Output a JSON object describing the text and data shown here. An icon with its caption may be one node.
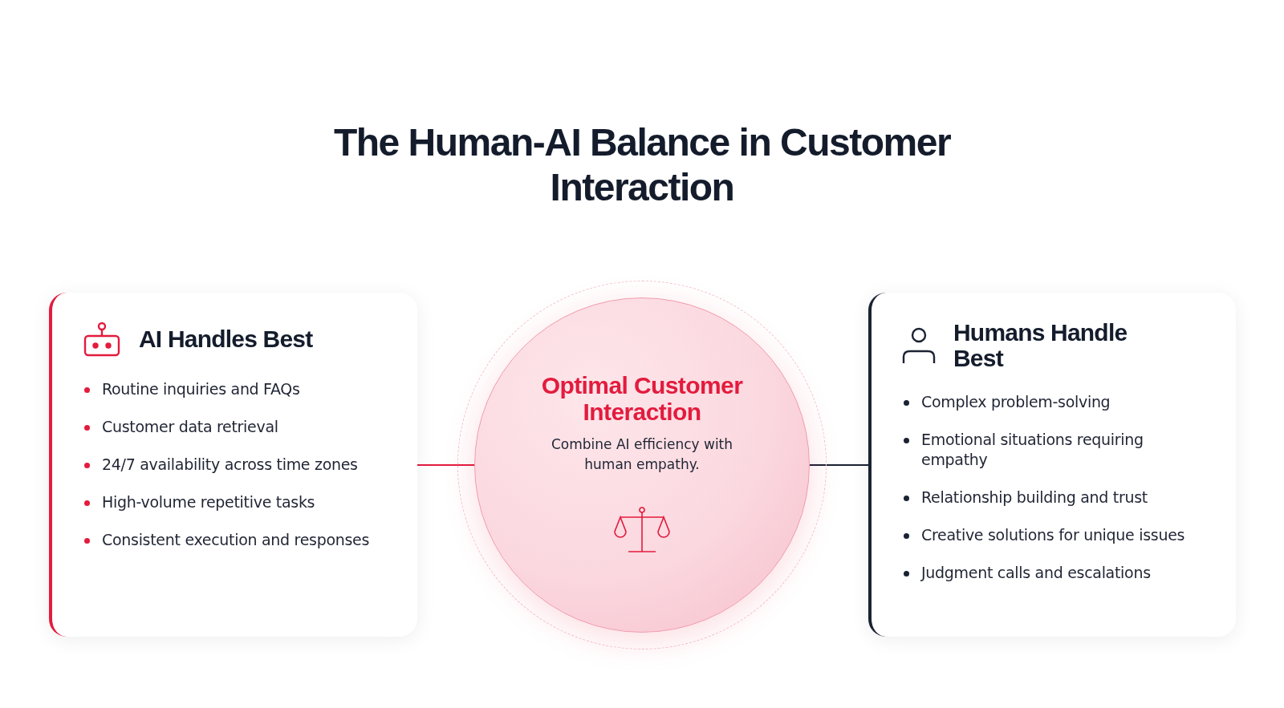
{
  "diagram": {
    "title": "The **Human-AI Balance** in Customer Interaction",
    "nodes": [
      {
        "text": [
          "AI Handles Best",
          "Routine inquiries and FAQs",
          "Customer data retrieval",
          "24/7 availability across time zones",
          "High-volume repetitive tasks",
          "Consistent execution and responses"
        ]
      },
      {
        "text": [
          "Optimal Customer Interaction",
          "Combine AI efficiency with human empathy."
        ]
      },
      {
        "text": [
          "Humans Handle Best",
          "Complex problem-solving",
          "Emotional situations requiring empathy",
          "Relationship building and trust",
          "Creative solutions for unique issues",
          "Judgment calls and escalations"
        ]
      }
    ],
    "edges": [
      {
        "from": 0,
        "to": 1,
        "arrow": "none",
        "color": "#e31b3d"
      },
      {
        "from": 1,
        "to": 2,
        "arrow": "none",
        "color": "#1a2233"
      }
    ]
  }
}
